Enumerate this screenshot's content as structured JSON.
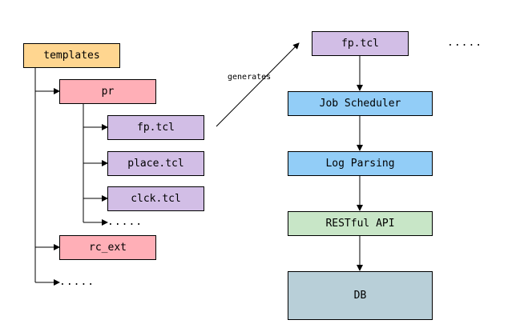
{
  "tree": {
    "root": "templates",
    "pr": "pr",
    "pr_children": [
      "fp.tcl",
      "place.tcl",
      "clck.tcl"
    ],
    "pr_more": ".....",
    "rc_ext": "rc_ext",
    "root_more": "....."
  },
  "edge_label": "generates",
  "pipeline": {
    "start": "fp.tcl",
    "start_more": ".....",
    "steps": [
      "Job Scheduler",
      "Log Parsing",
      "RESTful API",
      "DB"
    ]
  },
  "colors": {
    "templates": "#ffd690",
    "pr": "#ffafb7",
    "tcl": "#d2bee6",
    "process": "#92cdf7",
    "api": "#c8e6c7",
    "db": "#b8cfd8"
  }
}
